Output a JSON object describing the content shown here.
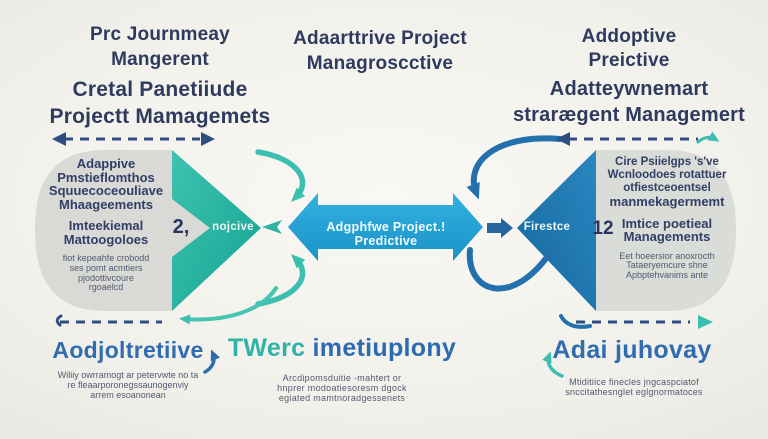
{
  "colors": {
    "background": "#f2f0ea",
    "navy_text": "#2e3a5e",
    "teal_shape": "#2cb4a4",
    "cyan_arrow": "#29a4d6",
    "deep_blue_shape": "#2279b5",
    "curved_arrow_blue": "#2470ad",
    "curved_arrow_teal": "#3cbfae",
    "gray_block": "#d9dad6",
    "dashed_line": "#2e4e80",
    "heading_blue": "#2f6cb0",
    "heading_teal": "#2fb3a6"
  },
  "top": {
    "left": {
      "line1": "Prc Journmeay",
      "line2": "Mangerent",
      "line3": "Cretal Panetiiude",
      "line4": "Projectt Mamagemets"
    },
    "center": {
      "line1": "Adaarttrive Project",
      "line2": "Managroscctive"
    },
    "right": {
      "line1": "Addoptive",
      "line2": "Preictive",
      "line3": "Adatteywnemart",
      "line4": "strarægent Managemert"
    }
  },
  "left_block": {
    "lines": [
      "Adappive",
      "Pmstieflomthos",
      "Squuecoceouliave",
      "Mhaageements"
    ],
    "lines2": [
      "Imteekiemal",
      "Mattoogoloes"
    ],
    "small": [
      "fiot kepeahfe crobodd",
      "ses pomt acmtiers",
      "pjodottivcoure",
      "rgoaelcd"
    ],
    "number": "2,",
    "arrow_label": "nojcive"
  },
  "right_block": {
    "lines": [
      "Cire Psiielgps 's've",
      "Wcnloodoes rotattuer",
      "otfiestceoentsel",
      "manmekagermemt"
    ],
    "lines2": [
      "Imtice poetieal",
      "Managements"
    ],
    "small": [
      "Eet hoeersior anoxrocth",
      "Tataeryemcure shne",
      "Apbptehvanims ante"
    ],
    "number": "12",
    "arrow_label": "Firestce"
  },
  "center_arrow": {
    "label": "Adgphfwe Project.! Predictive"
  },
  "bottom": {
    "left": {
      "title": "Aodjoltretiive",
      "lines": [
        "Wiliiy owrramogt ar petervwte no ta",
        "re fleaarporonegssaunogenviy",
        "arrem esoanonean"
      ]
    },
    "center": {
      "title_teal": "TWerc",
      "title_blue": "imetiuplony",
      "lines": [
        "Arcdipomsduitie -mahtert or",
        "hnprer modoatiesoresm dgock",
        "egiated mamtnoradgessenets"
      ]
    },
    "right": {
      "title": "Adai juhovay",
      "lines": [
        "Mtiditiice finecles jngcaspciatof",
        "snccitathesnglet eglgnormatoces"
      ]
    }
  }
}
